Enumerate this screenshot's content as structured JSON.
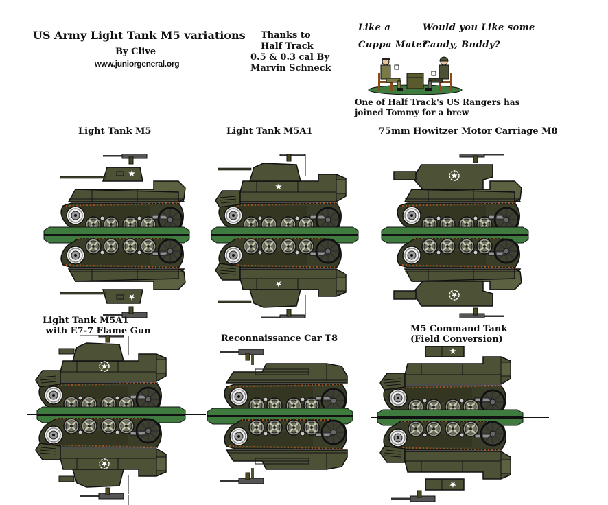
{
  "header": {
    "title": "US Army Light Tank M5 variations",
    "byline": "By Clive",
    "url": "www.juniorgeneral.org"
  },
  "credits": {
    "lines": [
      "Thanks to",
      "Half Track",
      "0.5 & 0.3 cal By",
      "Marvin Schneck"
    ]
  },
  "cartoon": {
    "speech_left": [
      "Like a",
      "Cuppa Mate?"
    ],
    "speech_right": [
      "Would you Like some",
      "Candy, Buddy?"
    ],
    "caption": [
      "One of Half Track's US Rangers has",
      "joined Tommy for a brew"
    ]
  },
  "colors": {
    "olive": "#4d5236",
    "olive_light": "#5b6141",
    "olive_dark": "#3a3d27",
    "base_green": "#3f7a3f",
    "outline": "#111111",
    "rust": "#a0521e",
    "wheel_grey": "#8a8a82"
  },
  "vehicles": [
    {
      "label": [
        "Light Tank M5"
      ],
      "insignia": "star"
    },
    {
      "label": [
        "Light Tank M5A1"
      ],
      "insignia": "star"
    },
    {
      "label": [
        "75mm Howitzer Motor Carriage M8"
      ],
      "insignia": "star-circle"
    },
    {
      "label": [
        "Light Tank M5A1",
        " with E7-7 Flame Gun"
      ],
      "insignia": "star-circle"
    },
    {
      "label": [
        "Reconnaissance Car T8"
      ],
      "insignia": "none"
    },
    {
      "label": [
        "M5 Command Tank",
        "(Field Conversion)"
      ],
      "insignia": "star"
    }
  ]
}
